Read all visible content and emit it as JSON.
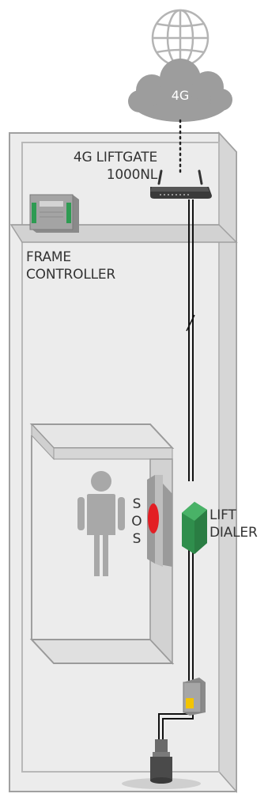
{
  "cloud": {
    "label": "4G"
  },
  "router": {
    "label_line1": "4G LIFTGATE",
    "label_line2": "1000NL"
  },
  "controller": {
    "label_line1": "FRAME",
    "label_line2": "CONTROLLER"
  },
  "sos": {
    "letters": [
      "S",
      "O",
      "S"
    ]
  },
  "dialer": {
    "label_line1": "LIFT",
    "label_line2": "DIALER"
  },
  "colors": {
    "wall_light": "#ececec",
    "wall_mid": "#d8d8d8",
    "wall_dark": "#c4c4c4",
    "outline": "#9a9a9a",
    "cloud": "#9d9d9d",
    "person": "#a8a8a8",
    "sos_red": "#e31e24",
    "dialer_green": "#3aa35a",
    "indicator_yellow": "#f3c400",
    "cable": "#111111"
  }
}
